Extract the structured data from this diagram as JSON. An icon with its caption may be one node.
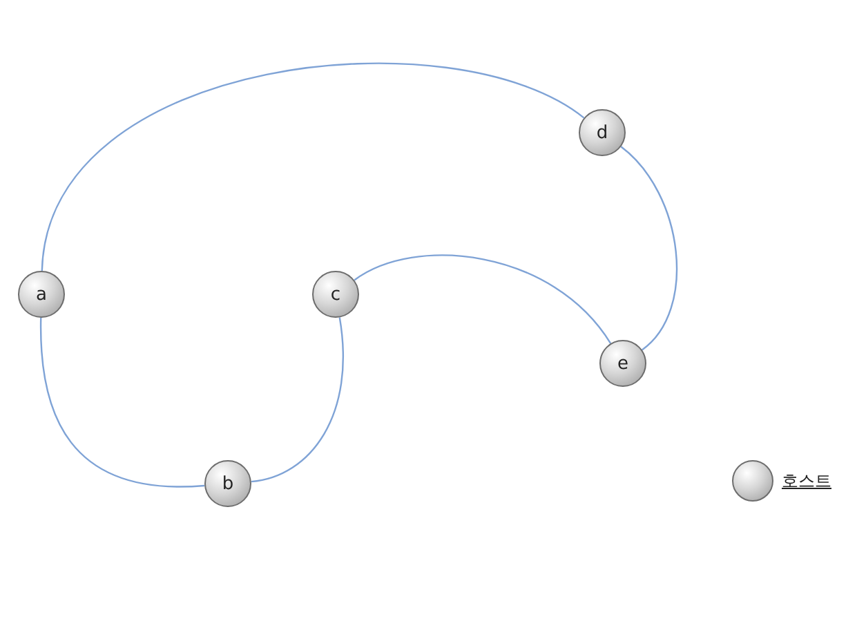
{
  "diagram": {
    "nodes": [
      {
        "text": [
          "a"
        ]
      },
      {
        "text": [
          "b"
        ]
      },
      {
        "text": [
          "c"
        ]
      },
      {
        "text": [
          "d"
        ]
      },
      {
        "text": [
          "e"
        ]
      }
    ],
    "edges": [
      {
        "from": 0,
        "to": 3,
        "arrow": "none"
      },
      {
        "from": 3,
        "to": 4,
        "arrow": "none"
      },
      {
        "from": 4,
        "to": 2,
        "arrow": "none"
      },
      {
        "from": 2,
        "to": 1,
        "arrow": "none"
      },
      {
        "from": 1,
        "to": 0,
        "arrow": "none"
      }
    ],
    "legend": [
      {
        "text": "호스트"
      }
    ]
  }
}
